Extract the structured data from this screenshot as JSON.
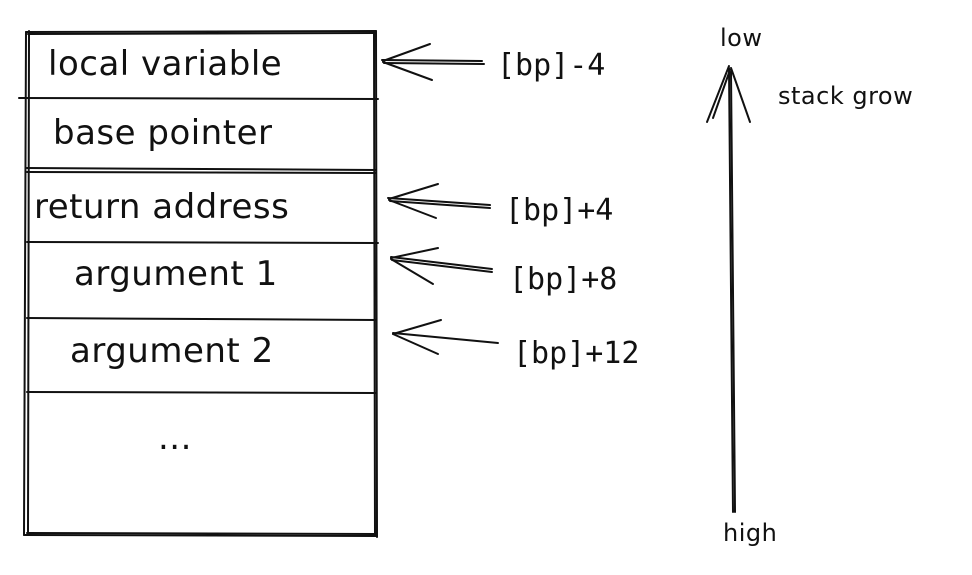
{
  "stack_frame": {
    "cells": [
      {
        "label": "local variable"
      },
      {
        "label": "base pointer"
      },
      {
        "label": "return address"
      },
      {
        "label": "argument 1"
      },
      {
        "label": "argument 2"
      },
      {
        "label": "..."
      }
    ]
  },
  "pointers": [
    {
      "label": "[bp]-4"
    },
    {
      "label": "[bp]+4"
    },
    {
      "label": "[bp]+8"
    },
    {
      "label": "[bp]+12"
    }
  ],
  "direction": {
    "top_label": "low",
    "bottom_label": "high",
    "caption": "stack grow"
  }
}
